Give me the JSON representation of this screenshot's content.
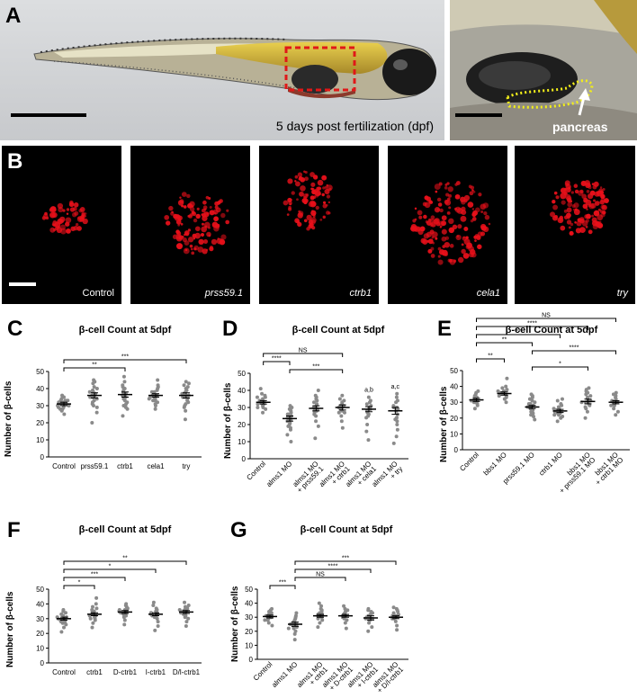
{
  "panels": {
    "A": {
      "letter": "A",
      "caption": "5 days post fertilization (dpf)",
      "pancreas_label": "pancreas"
    },
    "B": {
      "letter": "B",
      "images": [
        "Control",
        "prss59.1",
        "ctrb1",
        "cela1",
        "try"
      ]
    },
    "C": {
      "letter": "C"
    },
    "D": {
      "letter": "D"
    },
    "E": {
      "letter": "E"
    },
    "F": {
      "letter": "F"
    },
    "G": {
      "letter": "G"
    }
  },
  "colors": {
    "fluorescence": "#e8101a",
    "points": "#8a8a8a",
    "dashed_box": "#e01818",
    "pancreas_outline": "#f2ee1a"
  },
  "chart_data": [
    {
      "id": "C",
      "type": "scatter",
      "title": "β-cell Count at 5dpf",
      "ylabel": "Number of β-cells",
      "ylim": [
        0,
        50
      ],
      "yticks": [
        0,
        10,
        20,
        30,
        40,
        50
      ],
      "rotate_labels": false,
      "categories": [
        "Control",
        "prss59.1",
        "ctrb1",
        "cela1",
        "try"
      ],
      "means": [
        31,
        36,
        36.5,
        36,
        36
      ],
      "sem": [
        1,
        1.5,
        1.5,
        1,
        1.5
      ],
      "points": [
        [
          25,
          27,
          28,
          29,
          30,
          30,
          31,
          31,
          32,
          32,
          33,
          33,
          34,
          35,
          29,
          30,
          31,
          28,
          33,
          36
        ],
        [
          20,
          26,
          29,
          31,
          33,
          34,
          35,
          35,
          36,
          37,
          38,
          39,
          40,
          41,
          43,
          44,
          30,
          32,
          36,
          38,
          45
        ],
        [
          24,
          28,
          30,
          32,
          33,
          34,
          35,
          36,
          36,
          37,
          38,
          39,
          40,
          41,
          42,
          44,
          31,
          29,
          37,
          47
        ],
        [
          28,
          30,
          31,
          32,
          33,
          34,
          35,
          35,
          36,
          37,
          38,
          39,
          40,
          41,
          42,
          45,
          33,
          36,
          38,
          34
        ],
        [
          22,
          27,
          30,
          31,
          33,
          34,
          35,
          36,
          37,
          38,
          39,
          40,
          42,
          43,
          44,
          32,
          35,
          37,
          29,
          41
        ]
      ],
      "brackets": [
        {
          "from": 0,
          "to": 4,
          "label": "***"
        },
        {
          "from": 0,
          "to": 2,
          "label": "**"
        }
      ],
      "annotations": []
    },
    {
      "id": "D",
      "type": "scatter",
      "title": "β-cell Count at 5dpf",
      "ylabel": "Number of β-cells",
      "ylim": [
        0,
        50
      ],
      "yticks": [
        0,
        10,
        20,
        30,
        40,
        50
      ],
      "rotate_labels": true,
      "categories": [
        "Control",
        "alms1 MO",
        "alms1 MO\n+ prss59.1",
        "alms1 MO\n+ ctrb1",
        "alms1 MO\n+ cela1",
        "alms1 MO\n+ try"
      ],
      "means": [
        33,
        23.5,
        29.5,
        30,
        29,
        28
      ],
      "sem": [
        1,
        1.5,
        1.5,
        1.5,
        1.5,
        2
      ],
      "points": [
        [
          27,
          29,
          30,
          31,
          32,
          33,
          33,
          34,
          35,
          36,
          37,
          38,
          30,
          32,
          34,
          36,
          41
        ],
        [
          10,
          14,
          17,
          19,
          20,
          21,
          22,
          23,
          24,
          25,
          26,
          27,
          28,
          29,
          30,
          31,
          22,
          24,
          26,
          18
        ],
        [
          12,
          19,
          22,
          25,
          27,
          28,
          29,
          30,
          31,
          32,
          33,
          34,
          35,
          36,
          37,
          30,
          28,
          26,
          40
        ],
        [
          18,
          22,
          25,
          27,
          28,
          29,
          30,
          31,
          32,
          33,
          34,
          35,
          37,
          29,
          30,
          31,
          27
        ],
        [
          11,
          16,
          20,
          24,
          26,
          28,
          29,
          30,
          31,
          32,
          33,
          34,
          36,
          27,
          25
        ],
        [
          9,
          13,
          17,
          20,
          23,
          26,
          28,
          29,
          30,
          31,
          33,
          34,
          36,
          38,
          24,
          22,
          30
        ]
      ],
      "brackets": [
        {
          "from": 0,
          "to": 3,
          "label": "NS"
        },
        {
          "from": 0,
          "to": 1,
          "label": "****"
        },
        {
          "from": 1,
          "to": 3,
          "label": "***"
        }
      ],
      "annotations": [
        {
          "index": 4,
          "label": "a,b"
        },
        {
          "index": 5,
          "label": "a,c"
        }
      ]
    },
    {
      "id": "E",
      "type": "scatter",
      "title": "β-cell Count at 5dpf",
      "ylabel": "Number of β-cells",
      "ylim": [
        0,
        50
      ],
      "yticks": [
        0,
        10,
        20,
        30,
        40,
        50
      ],
      "rotate_labels": true,
      "categories": [
        "Control",
        "bbs1 MO",
        "prss59.1 MO",
        "ctrb1 MO",
        "bbs1 MO\n+ prss59.1 MO",
        "bbs1 MO\n+ ctrb1 MO"
      ],
      "means": [
        31.5,
        35.5,
        27,
        24.5,
        30.5,
        30
      ],
      "sem": [
        1,
        1,
        1,
        1,
        1.5,
        1
      ],
      "points": [
        [
          26,
          28,
          29,
          30,
          31,
          32,
          33,
          34,
          35,
          36,
          37,
          30,
          31,
          33
        ],
        [
          30,
          32,
          33,
          34,
          35,
          36,
          37,
          38,
          39,
          40,
          45,
          34,
          36,
          37
        ],
        [
          19,
          21,
          23,
          25,
          26,
          27,
          28,
          29,
          30,
          31,
          32,
          33,
          34,
          35,
          24,
          22,
          27,
          29
        ],
        [
          18,
          20,
          21,
          22,
          23,
          24,
          25,
          26,
          27,
          28,
          29,
          31,
          32,
          23,
          25,
          22,
          24,
          26
        ],
        [
          20,
          24,
          26,
          28,
          29,
          30,
          31,
          32,
          33,
          34,
          35,
          36,
          37,
          38,
          39,
          27,
          30
        ],
        [
          22,
          24,
          26,
          28,
          29,
          30,
          31,
          32,
          33,
          34,
          35,
          36,
          30,
          28,
          31
        ]
      ],
      "brackets": [
        {
          "from": 0,
          "to": 5,
          "label": "NS"
        },
        {
          "from": 0,
          "to": 4,
          "label": "****"
        },
        {
          "from": 0,
          "to": 3,
          "label": "**"
        },
        {
          "from": 0,
          "to": 2,
          "label": "**"
        },
        {
          "from": 2,
          "to": 5,
          "label": "****"
        },
        {
          "from": 0,
          "to": 1,
          "label": "**"
        },
        {
          "from": 2,
          "to": 4,
          "label": "*"
        }
      ],
      "annotations": []
    },
    {
      "id": "F",
      "type": "scatter",
      "title": "β-cell Count at 5dpf",
      "ylabel": "Number of β-cells",
      "ylim": [
        0,
        50
      ],
      "yticks": [
        0,
        10,
        20,
        30,
        40,
        50
      ],
      "rotate_labels": false,
      "categories": [
        "Control",
        "ctrb1",
        "D-ctrb1",
        "l-ctrb1",
        "D/l-ctrb1"
      ],
      "means": [
        30,
        33,
        34.5,
        33,
        34.5
      ],
      "sem": [
        1,
        1,
        1,
        1,
        1
      ],
      "points": [
        [
          21,
          24,
          26,
          27,
          28,
          29,
          30,
          31,
          32,
          33,
          34,
          35,
          36,
          29,
          30,
          31,
          28
        ],
        [
          24,
          27,
          29,
          30,
          31,
          32,
          33,
          34,
          35,
          36,
          37,
          38,
          40,
          44,
          32,
          34,
          30
        ],
        [
          26,
          29,
          31,
          32,
          33,
          34,
          35,
          36,
          37,
          38,
          39,
          40,
          34,
          35,
          36,
          33
        ],
        [
          22,
          25,
          28,
          30,
          31,
          32,
          33,
          34,
          35,
          36,
          37,
          39,
          41,
          33,
          32,
          34
        ],
        [
          25,
          28,
          30,
          31,
          32,
          33,
          34,
          35,
          36,
          37,
          38,
          39,
          41,
          34,
          35,
          36
        ]
      ],
      "brackets": [
        {
          "from": 0,
          "to": 4,
          "label": "**"
        },
        {
          "from": 0,
          "to": 3,
          "label": "*"
        },
        {
          "from": 0,
          "to": 2,
          "label": "***"
        },
        {
          "from": 0,
          "to": 1,
          "label": "*"
        }
      ],
      "annotations": []
    },
    {
      "id": "G",
      "type": "scatter",
      "title": "β-cell Count at 5dpf",
      "ylabel": "Number of β-cells",
      "ylim": [
        0,
        50
      ],
      "yticks": [
        0,
        10,
        20,
        30,
        40,
        50
      ],
      "rotate_labels": true,
      "categories": [
        "Control",
        "alms1 MO",
        "alms1 MO\n+ ctrb1",
        "alms1 MO\n+ D-ctrb1",
        "alms1 MO\n+ l-ctrb1",
        "alms1 MO\n+ D/l-ctrb1"
      ],
      "means": [
        30.5,
        25,
        31,
        31,
        29.5,
        30
      ],
      "sem": [
        1,
        1.5,
        1,
        1,
        1.5,
        1
      ],
      "points": [
        [
          24,
          26,
          28,
          29,
          30,
          31,
          32,
          33,
          34,
          35,
          36,
          30,
          31,
          28
        ],
        [
          14,
          18,
          20,
          22,
          23,
          24,
          25,
          26,
          27,
          28,
          29,
          30,
          31,
          33,
          25,
          24,
          22
        ],
        [
          23,
          26,
          28,
          29,
          30,
          31,
          32,
          33,
          34,
          35,
          36,
          38,
          40,
          30,
          31,
          32
        ],
        [
          22,
          26,
          28,
          29,
          30,
          31,
          32,
          33,
          34,
          35,
          36,
          38,
          31,
          30,
          32
        ],
        [
          20,
          23,
          26,
          28,
          29,
          30,
          31,
          32,
          33,
          34,
          35,
          36,
          29,
          28,
          30
        ],
        [
          21,
          24,
          27,
          29,
          30,
          31,
          32,
          33,
          34,
          35,
          36,
          37,
          30,
          31,
          29
        ]
      ],
      "brackets": [
        {
          "from": 1,
          "to": 5,
          "label": "***"
        },
        {
          "from": 1,
          "to": 4,
          "label": "****"
        },
        {
          "from": 1,
          "to": 3,
          "label": "NS"
        },
        {
          "from": 0,
          "to": 1,
          "label": "***"
        }
      ],
      "annotations": []
    }
  ]
}
